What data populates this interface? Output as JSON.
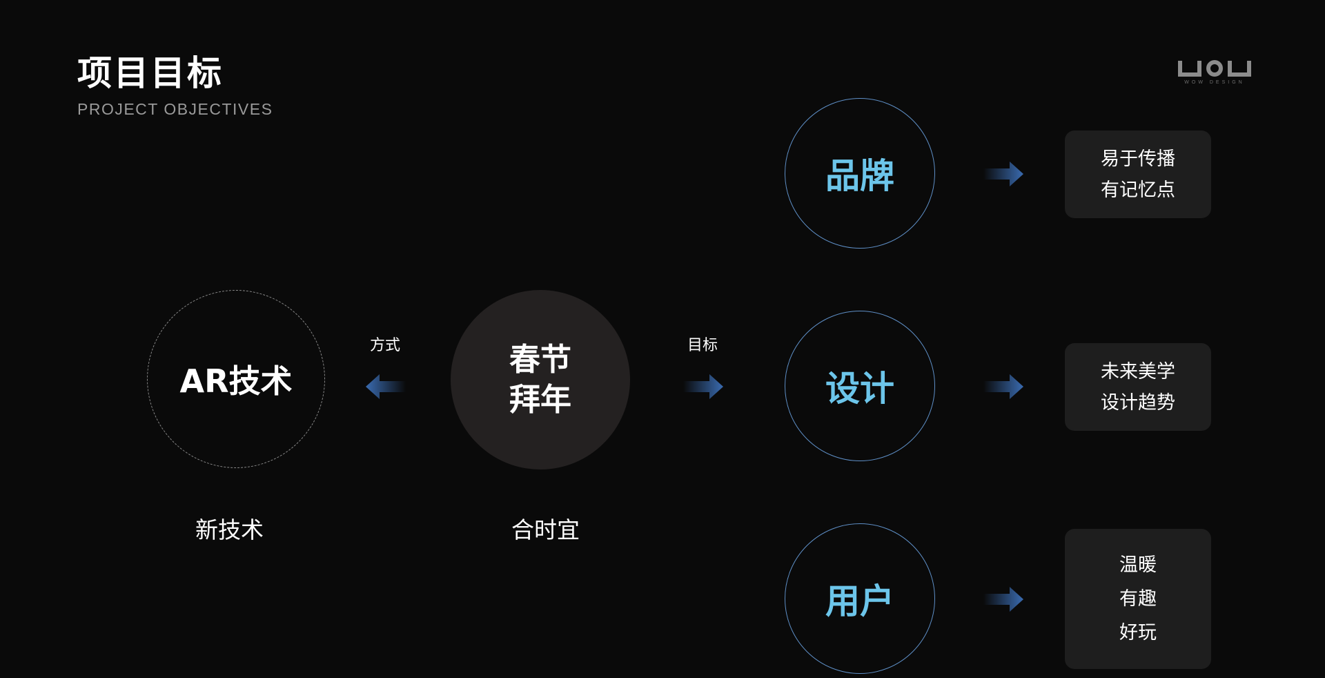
{
  "header": {
    "title": "项目目标",
    "subtitle": "PROJECT OBJECTIVES"
  },
  "logo": {
    "text": "WOW DESIGN"
  },
  "left": {
    "ar_circle": "AR技术",
    "ar_caption": "新技术",
    "method_label": "方式",
    "center_line1": "春节",
    "center_line2": "拜年",
    "center_caption": "合时宜",
    "goal_label": "目标"
  },
  "goals": [
    {
      "name": "品牌",
      "lines": [
        "易于传播",
        "有记忆点"
      ]
    },
    {
      "name": "设计",
      "lines": [
        "未来美学",
        "设计趋势"
      ]
    },
    {
      "name": "用户",
      "lines": [
        "温暖",
        "有趣",
        "好玩"
      ]
    }
  ],
  "colors": {
    "background": "#0a0a0a",
    "accent_text": "#6cc5ea",
    "circle_border": "#5f90c8",
    "arrow": "#3a6bb0",
    "center_fill": "#242121",
    "box_fill": "#1e1e1e"
  }
}
